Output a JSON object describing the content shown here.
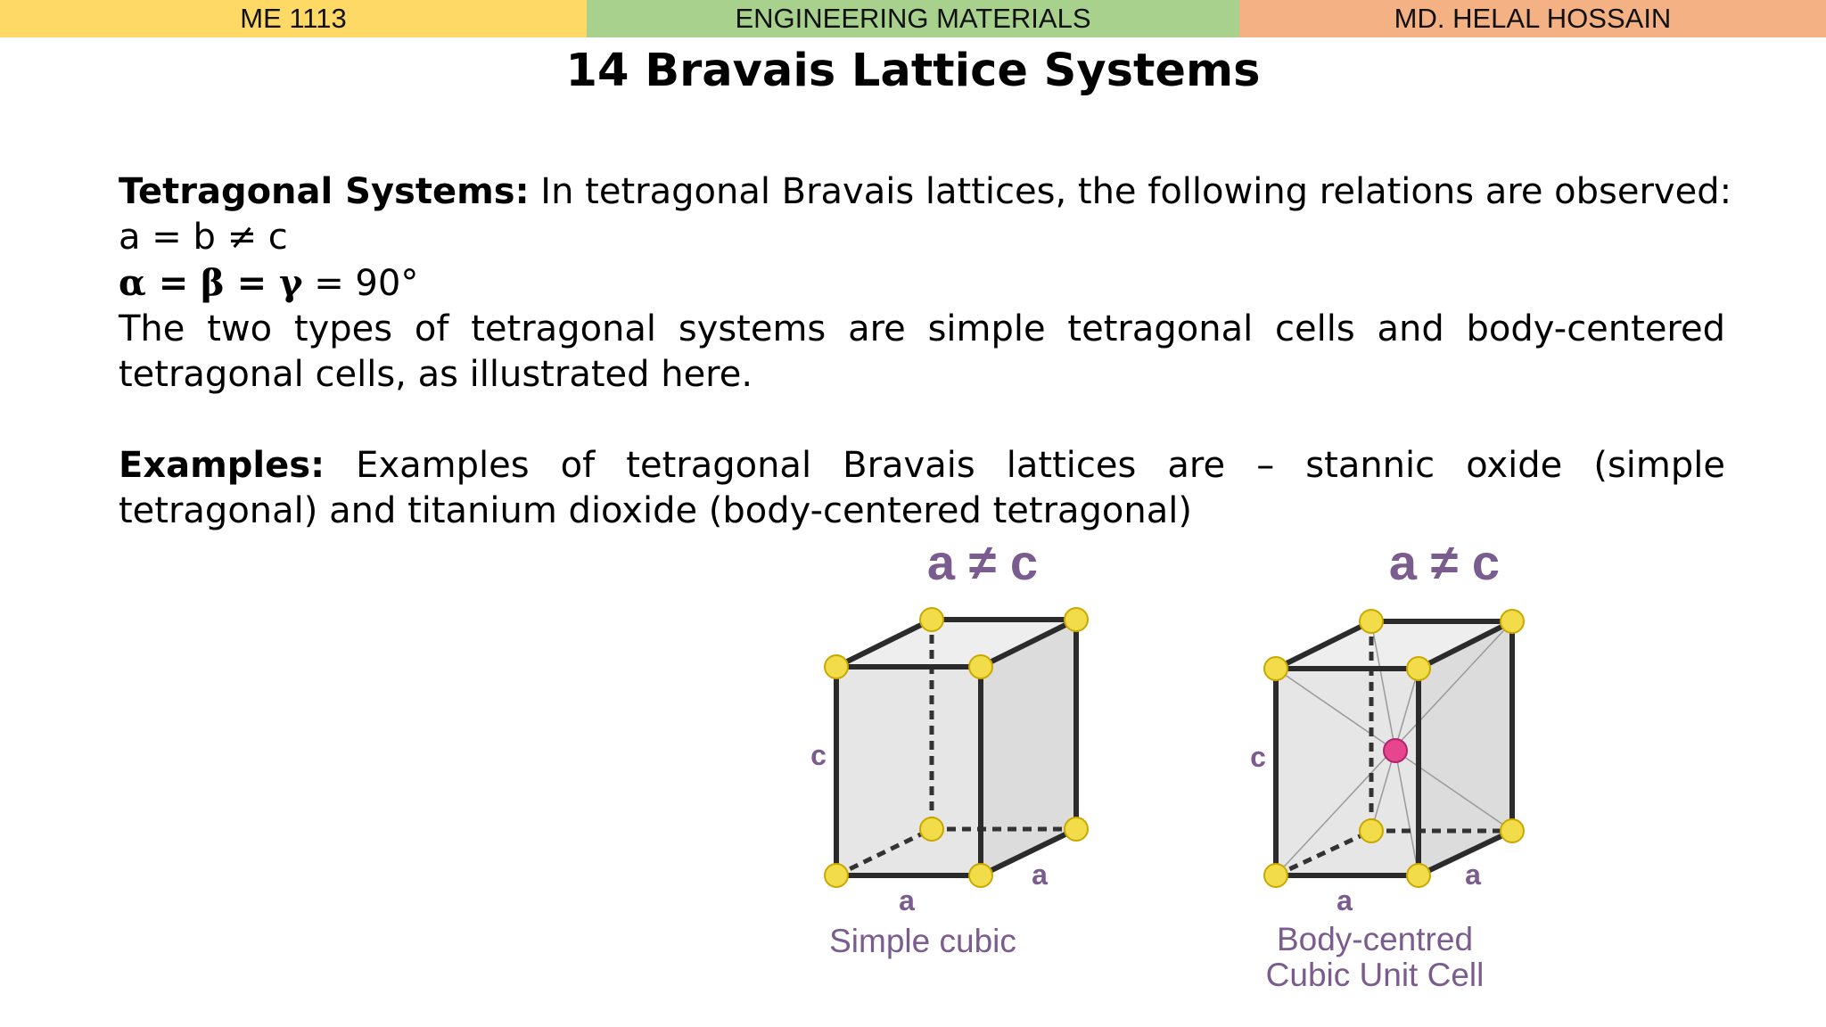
{
  "header": {
    "course_code": "ME 1113",
    "course_name": "ENGINEERING MATERIALS",
    "instructor": "MD. HELAL HOSSAIN"
  },
  "slide_title": "14 Bravais Lattice Systems",
  "content": {
    "tetragonal_heading": "Tetragonal Systems:",
    "tetragonal_intro": " In tetragonal Bravais lattices, the following relations are observed:",
    "axis_relation": "a = b ≠ c",
    "angle_greek": "α = β = γ",
    "angle_value": " = 90°",
    "types_line1": "The two types of tetragonal systems are simple tetragonal cells and body-centered",
    "types_line2": "tetragonal cells, as illustrated here.",
    "examples_heading": "Examples:",
    "examples_line1": " Examples of tetragonal Bravais lattices are – stannic oxide (simple",
    "examples_line2": "tetragonal) and titanium dioxide (body-centered tetragonal)"
  },
  "figure": {
    "simple": {
      "title": "a ≠ c",
      "label_c": "c",
      "label_a_front": "a",
      "label_a_side": "a",
      "caption": "Simple cubic"
    },
    "body_centred": {
      "title": "a ≠ c",
      "label_c": "c",
      "label_a_front": "a",
      "label_a_side": "a",
      "caption_line1": "Body-centred",
      "caption_line2": "Cubic Unit Cell"
    },
    "colors": {
      "corner_atom": "#f2dc4a",
      "center_atom": "#e8458f",
      "face": "#e6e6e6",
      "label": "#7b5c8f"
    }
  }
}
